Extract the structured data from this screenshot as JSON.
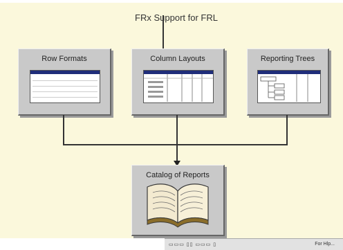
{
  "title": "FRx Support for FRL",
  "boxes": {
    "row_formats": {
      "label": "Row Formats"
    },
    "column_layouts": {
      "label": "Column Layouts"
    },
    "reporting_trees": {
      "label": "Reporting Trees"
    },
    "catalog": {
      "label": "Catalog of Reports"
    }
  },
  "footer": {
    "status": "For Hlp..."
  }
}
